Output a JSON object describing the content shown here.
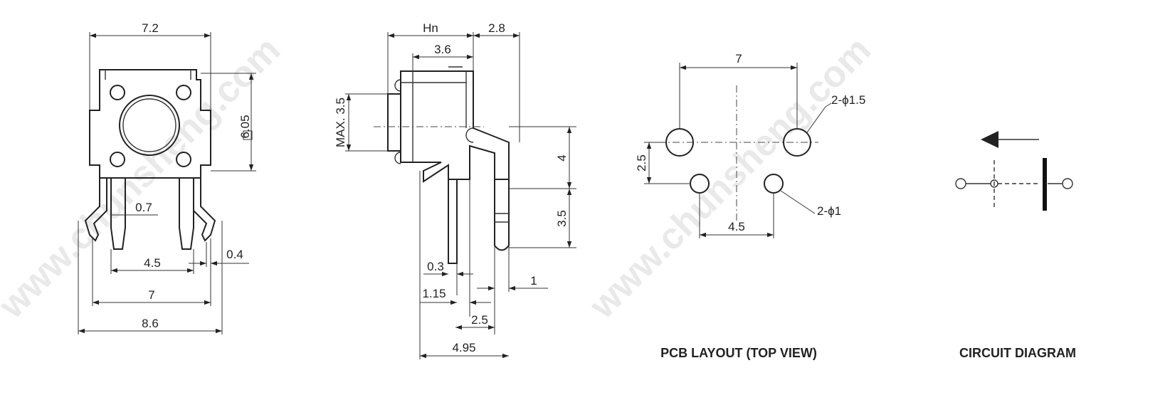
{
  "watermark": "www.chunsheng.com",
  "front_view": {
    "dim_top_width": "7.2",
    "dim_square_height": "6.05",
    "dim_pin_width": "0.7",
    "dim_pin_thickness": "0.4",
    "dim_pin_pitch": "4.5",
    "dim_leg_pitch": "7",
    "dim_overall_width": "8.6"
  },
  "side_view": {
    "dim_hn": "Hn",
    "dim_offset": "2.8",
    "dim_body_depth": "3.6",
    "dim_max_height": "MAX. 3.5",
    "dim_center_height": "4",
    "dim_pin_length": "3.5",
    "dim_pin_thickness": "0.3",
    "dim_pin_tip": "1",
    "dim_pin_offset": "1.15",
    "dim_pin_spacing": "2.5",
    "dim_overall_depth": "4.95"
  },
  "pcb_layout": {
    "dim_large_pitch": "7",
    "dim_row_spacing": "2.5",
    "dim_small_pitch": "4.5",
    "hole_large": "2-ϕ1.5",
    "hole_small": "2-ϕ1",
    "caption": "PCB LAYOUT (TOP VIEW)"
  },
  "circuit": {
    "caption": "CIRCUIT DIAGRAM"
  }
}
